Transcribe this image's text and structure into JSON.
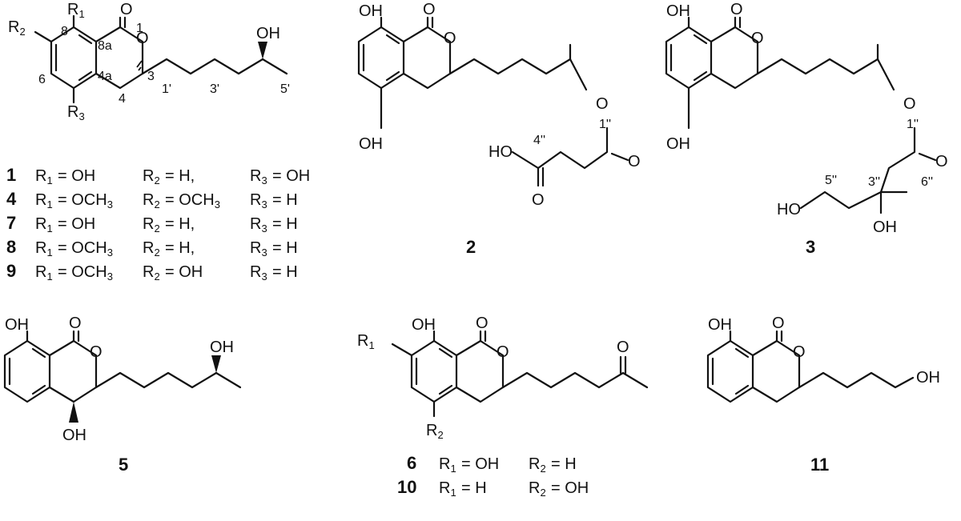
{
  "atoms": {
    "oh": "OH",
    "ho": "HO",
    "o": "O",
    "r1": "R",
    "r1_sub": "1",
    "r2": "R",
    "r2_sub": "2",
    "r3": "R",
    "r3_sub": "3"
  },
  "locants": {
    "c1": "1",
    "c3": "3",
    "c4": "4",
    "c4a": "4a",
    "c6": "6",
    "c8": "8",
    "c8a": "8a",
    "c1p": "1'",
    "c3p": "3'",
    "c5p": "5'",
    "c1pp": "1''",
    "c3pp": "3''",
    "c4pp": "4''",
    "c5pp": "5''",
    "c6pp": "6''"
  },
  "compounds": {
    "c2": "2",
    "c3": "3",
    "c5": "5",
    "c11": "11"
  },
  "table1": [
    {
      "num": "1",
      "r1": "= OH",
      "r2": "= H,",
      "r3": "= OH"
    },
    {
      "num": "4",
      "r1": "= OCH",
      "r1_sub": "3",
      "r2": "= OCH",
      "r2_sub": "3",
      "r3": "= H"
    },
    {
      "num": "7",
      "r1": "= OH",
      "r2": "= H,",
      "r3": "= H"
    },
    {
      "num": "8",
      "r1": "= OCH",
      "r1_sub": "3",
      "r2": "= H,",
      "r3": "= H"
    },
    {
      "num": "9",
      "r1": "= OCH",
      "r1_sub": "3",
      "r2": "= OH",
      "r3": "= H"
    }
  ],
  "table6": [
    {
      "num": "6",
      "r1": "= OH",
      "r2": "= H"
    },
    {
      "num": "10",
      "r1": "= H",
      "r2": "= OH"
    }
  ]
}
